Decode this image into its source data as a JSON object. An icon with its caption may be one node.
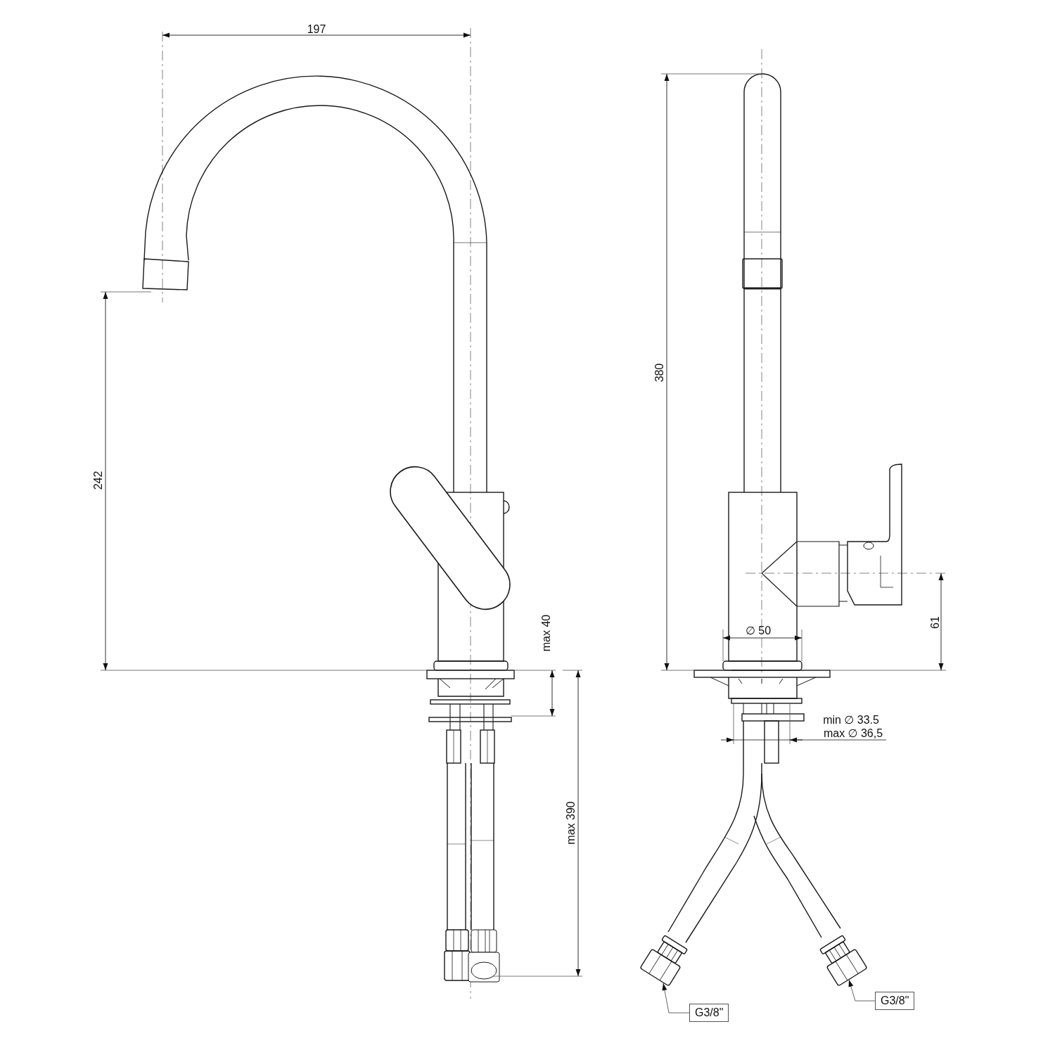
{
  "diagram": {
    "nodes": [
      {
        "text": [
          "G3/8\""
        ]
      },
      {
        "text": [
          "G3/8\""
        ]
      }
    ],
    "edges": [
      {
        "from": 0,
        "to": null,
        "arrow": "to"
      },
      {
        "from": 1,
        "to": null,
        "arrow": "to"
      }
    ],
    "labels": [
      "197",
      "242",
      "max 40",
      "max 390",
      "380",
      "∅ 50",
      "61",
      "min ∅ 33.5",
      "max ∅ 36,5"
    ]
  }
}
